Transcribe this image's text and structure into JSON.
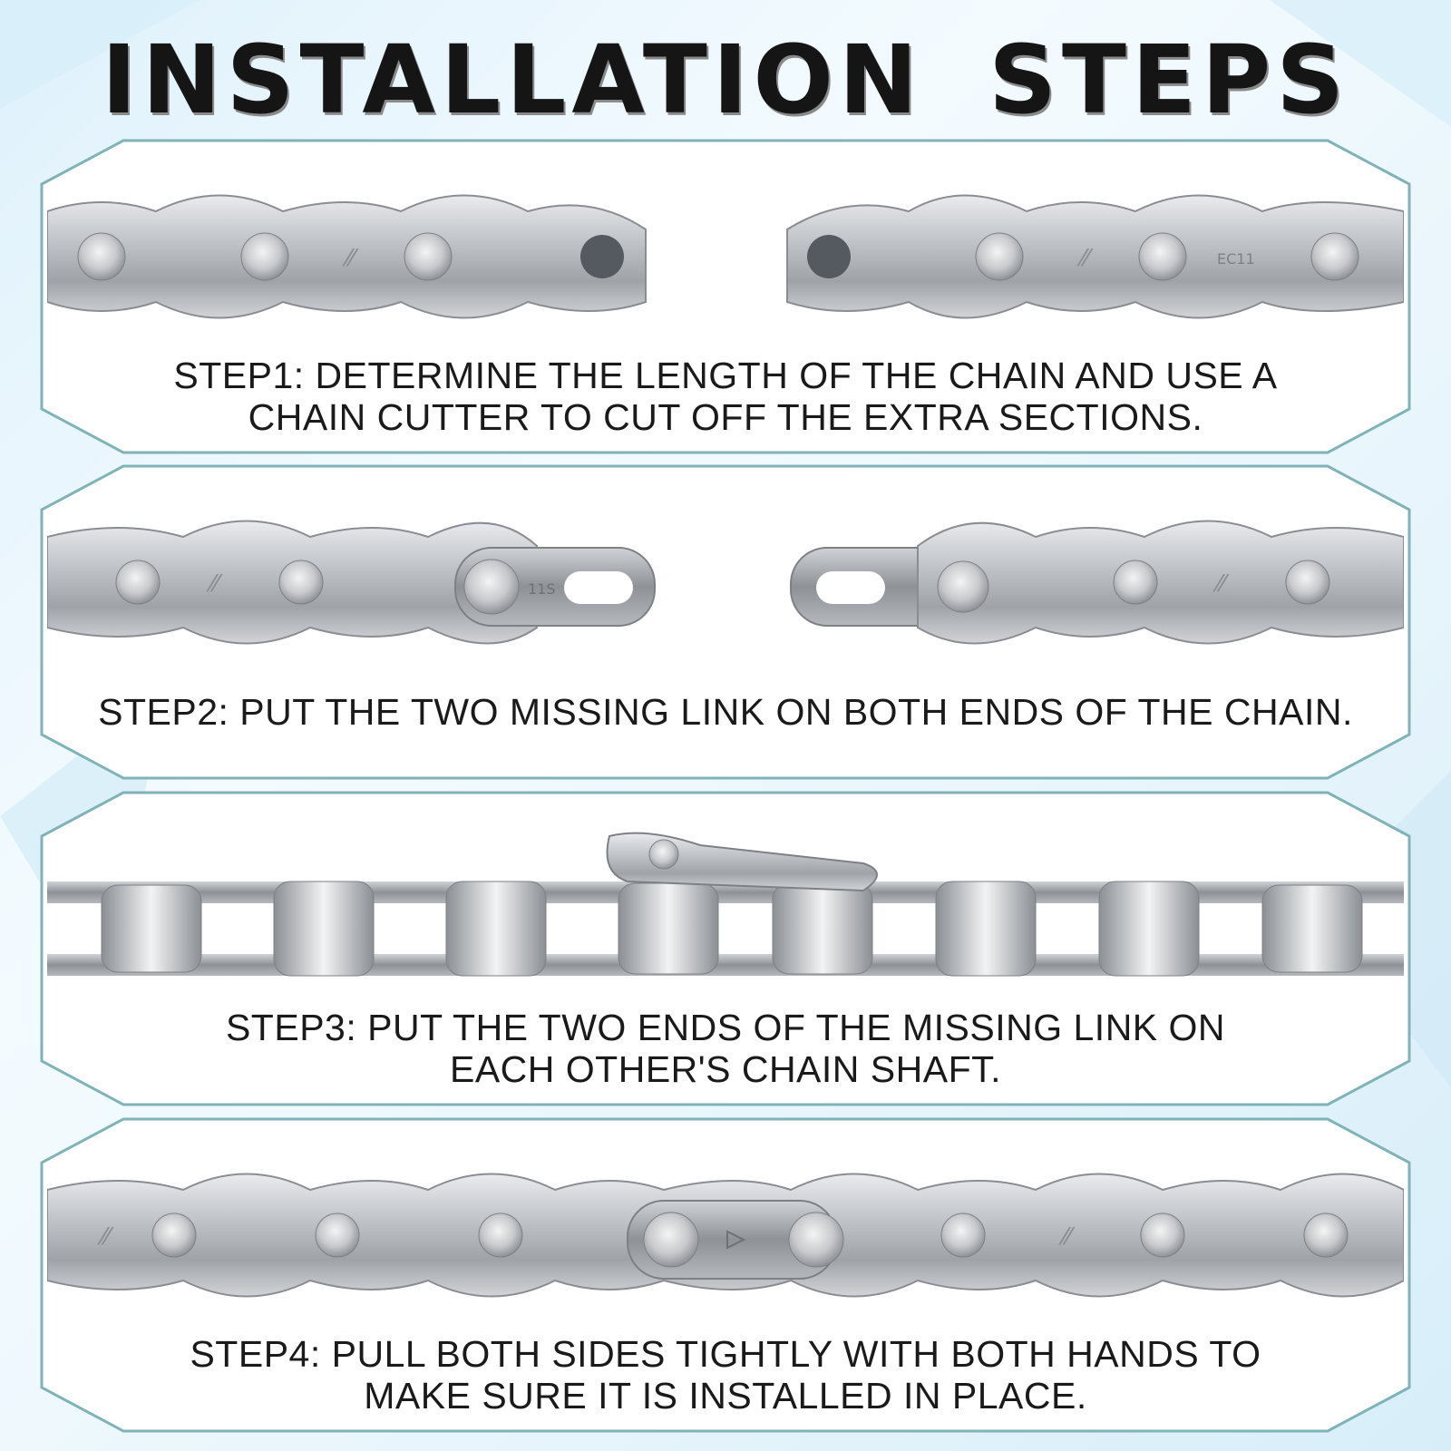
{
  "title": "INSTALLATION  STEPS",
  "steps": [
    {
      "line1": "STEP1: DETERMINE THE LENGTH OF THE CHAIN AND USE A",
      "line2": "CHAIN CUTTER TO CUT OFF THE EXTRA SECTIONS.",
      "image": "chain-cut-apart"
    },
    {
      "line1": "STEP2: PUT THE TWO MISSING LINK ON BOTH ENDS OF THE CHAIN.",
      "line2": "",
      "image": "chain-with-missing-link-halves",
      "link_marking": "11S"
    },
    {
      "line1": "STEP3: PUT THE TWO ENDS OF THE MISSING LINK ON",
      "line2": "EACH OTHER'S CHAIN SHAFT.",
      "image": "chain-joining-side-view"
    },
    {
      "line1": "STEP4: PULL BOTH SIDES TIGHTLY WITH BOTH HANDS TO",
      "line2": "MAKE SURE IT IS INSTALLED IN PLACE.",
      "image": "chain-connected"
    }
  ],
  "plate_marking": "EC11",
  "colors": {
    "panel_border": "#7fb3b8",
    "panel_fill": "#ffffff",
    "chain_silver": "#b9bcc0",
    "title_text": "#151515"
  }
}
